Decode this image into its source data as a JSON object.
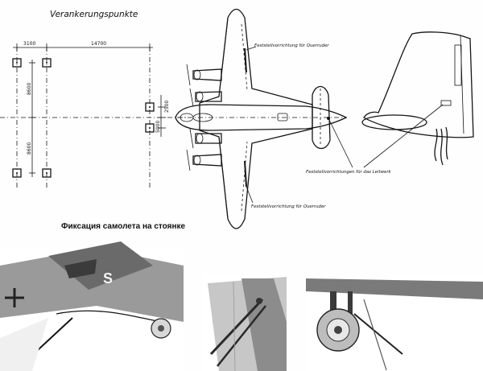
{
  "title": "Verankerungspunkte",
  "caption": "Фиксация самолета на стоянке",
  "callouts": {
    "aileron_top": "Feststellvorrichtung für Querruder",
    "aileron_bottom": "Feststellvorrichtung für Querruder",
    "rudder": "Feststellvorrichtungen für das Leitwerk"
  },
  "dimensions": {
    "d1": "3100",
    "d2": "14700",
    "d3": "8600",
    "d4": "8600",
    "d5": "2500",
    "d6": "5000"
  },
  "photo_labels": {
    "fuselage_letter": "S"
  }
}
